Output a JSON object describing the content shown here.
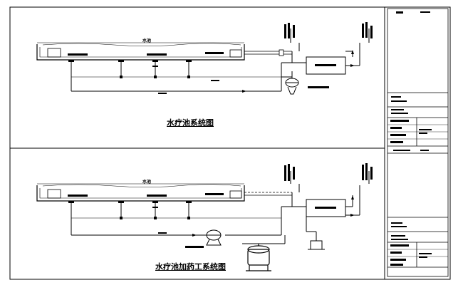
{
  "drawing": {
    "top_panel": {
      "title": "水疗池系统图",
      "pool_label": "水池"
    },
    "bottom_panel": {
      "title": "水疗池加药工系统图",
      "pool_label": "水池"
    }
  },
  "colors": {
    "line": "#000000",
    "background": "#ffffff"
  }
}
